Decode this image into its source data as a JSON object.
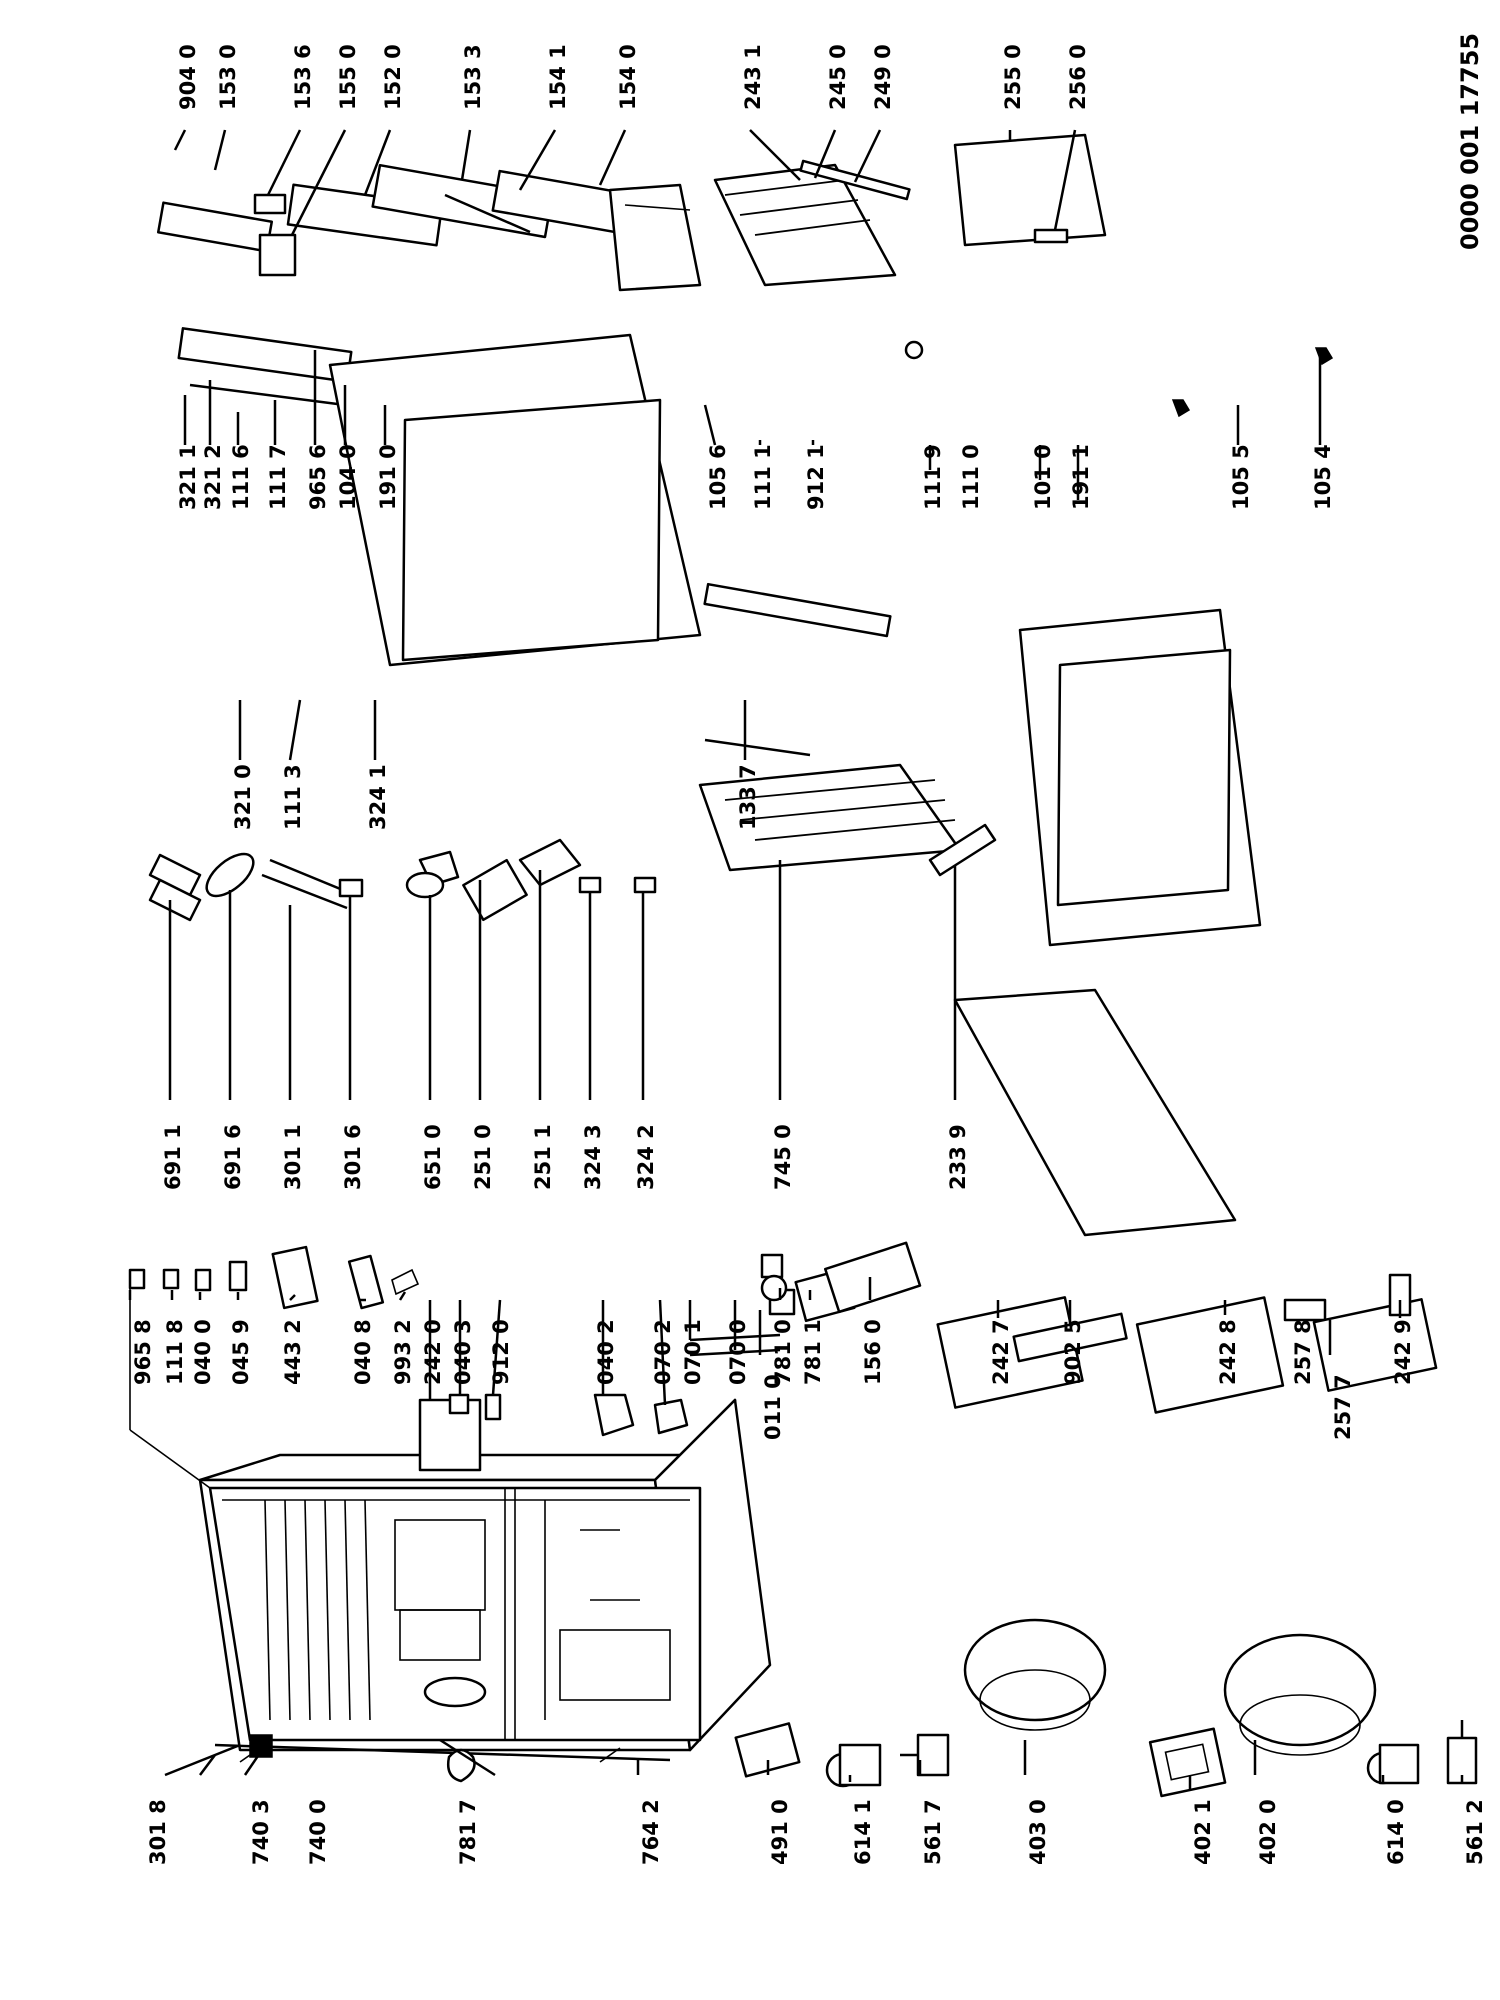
{
  "diagram": {
    "document_code": "0000 001 17755",
    "parts": {
      "p301_8": "301 8",
      "p740_3": "740 3",
      "p740_0": "740 0",
      "p781_7": "781 7",
      "p764_2": "764 2",
      "p491_0": "491 0",
      "p614_1": "614 1",
      "p561_7": "561 7",
      "p403_0": "403 0",
      "p402_1": "402 1",
      "p402_0": "402 0",
      "p614_0": "614 0",
      "p561_2": "561 2",
      "p011_0": "011 0",
      "p257_7": "257 7",
      "p965_8": "965 8",
      "p111_8": "111 8",
      "p040_0": "040 0",
      "p045_9": "045 9",
      "p443_2": "443 2",
      "p040_8": "040 8",
      "p993_2": "993 2",
      "p242_0": "242 0",
      "p040_3": "040 3",
      "p912_0": "912 0",
      "p040_2": "040 2",
      "p070_2": "070 2",
      "p070_1": "070 1",
      "p070_0": "070 0",
      "p781_0": "781 0",
      "p781_1": "781 1",
      "p156_0": "156 0",
      "p242_7": "242 7",
      "p902_5": "902 5",
      "p242_8": "242 8",
      "p257_8": "257 8",
      "p242_9": "242 9",
      "p691_1": "691 1",
      "p691_6": "691 6",
      "p301_1": "301 1",
      "p301_6": "301 6",
      "p651_0": "651 0",
      "p251_0": "251 0",
      "p251_1": "251 1",
      "p324_3": "324 3",
      "p324_2": "324 2",
      "p745_0": "745 0",
      "p233_9": "233 9",
      "p321_0": "321 0",
      "p111_3": "111 3",
      "p324_1": "324 1",
      "p133_7": "133 7",
      "p321_1": "321 1",
      "p321_2": "321 2",
      "p111_6": "111 6",
      "p111_7": "111 7",
      "p965_6": "965 6",
      "p104_0": "104 0",
      "p191_0": "191 0",
      "p105_6": "105 6",
      "p111_1": "111 1",
      "p912_1": "912 1",
      "p111_9": "111 9",
      "p111_0": "111 0",
      "p101_0": "101 0",
      "p191_1": "191 1",
      "p105_5": "105 5",
      "p105_4": "105 4",
      "p904_0": "904 0",
      "p153_0": "153 0",
      "p153_6": "153 6",
      "p155_0": "155 0",
      "p152_0": "152 0",
      "p153_3": "153 3",
      "p154_1": "154 1",
      "p154_0": "154 0",
      "p243_1": "243 1",
      "p245_0": "245 0",
      "p249_0": "249 0",
      "p255_0": "255 0",
      "p256_0": "256 0"
    }
  }
}
